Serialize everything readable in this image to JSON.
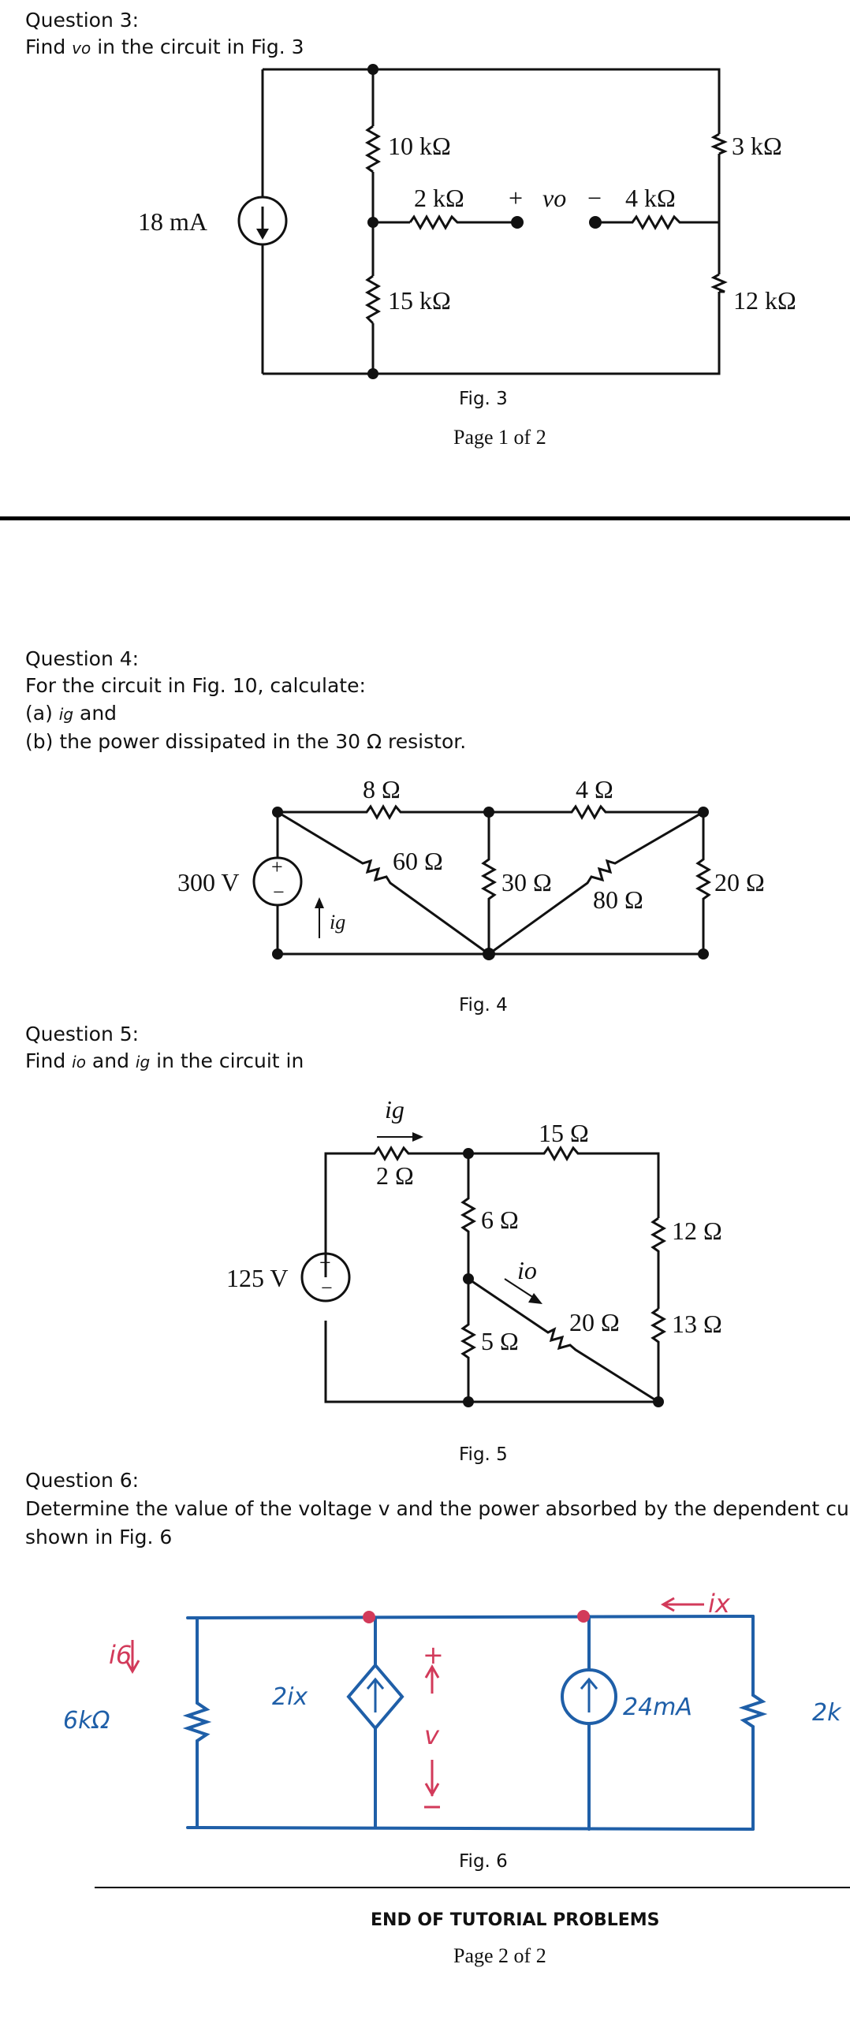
{
  "q3": {
    "heading": "Question 3:",
    "prompt_pre": "Find ",
    "var": "vo",
    "prompt_post": " in the circuit in Fig. 3",
    "fig": {
      "source": "18 mA",
      "r1": "10 kΩ",
      "r2": "2 kΩ",
      "r3": "15 kΩ",
      "r4": "4 kΩ",
      "r5": "3 kΩ",
      "r6": "12 kΩ",
      "vo_plus": "+",
      "vo_label": "vo",
      "vo_minus": "−"
    },
    "caption": "Fig. 3",
    "page": "Page 1 of 2"
  },
  "q4": {
    "heading": "Question 4:",
    "line1": "For the circuit in Fig. 10, calculate:",
    "line2_pre": "(a) ",
    "line2_var": "ig",
    "line2_post": " and",
    "line3": "(b) the power dissipated in the 30 Ω resistor.",
    "fig": {
      "source": "300 V",
      "plus": "+",
      "minus": "−",
      "current": "ig",
      "r_8": "8 Ω",
      "r_4": "4 Ω",
      "r_60": "60 Ω",
      "r_30": "30 Ω",
      "r_80": "80 Ω",
      "r_20": "20 Ω"
    },
    "caption": "Fig. 4"
  },
  "q5": {
    "heading": "Question 5:",
    "prompt_pre": "Find ",
    "var1": "io",
    "mid": " and ",
    "var2": "ig",
    "prompt_post": " in the circuit in",
    "fig": {
      "source": "125 V",
      "plus": "+",
      "minus": "−",
      "ig": "ig",
      "io": "io",
      "r_2": "2 Ω",
      "r_15": "15 Ω",
      "r_6": "6 Ω",
      "r_12": "12 Ω",
      "r_5": "5 Ω",
      "r_20": "20 Ω",
      "r_13": "13 Ω"
    },
    "caption": "Fig. 5"
  },
  "q6": {
    "heading": "Question 6:",
    "line1": "Determine the value of the voltage v and the power absorbed by the dependent curren",
    "line2": "shown in Fig. 6",
    "fig": {
      "i6": "i6",
      "r_left": "6kΩ",
      "dep": "2ix",
      "v_plus": "+",
      "v_label": "v",
      "v_minus": "−",
      "src": "24mA",
      "ix": "ix",
      "r_right": "2k"
    },
    "caption": "Fig. 6"
  },
  "footer": {
    "end": "END OF TUTORIAL PROBLEMS",
    "page": "Page 2 of 2"
  }
}
